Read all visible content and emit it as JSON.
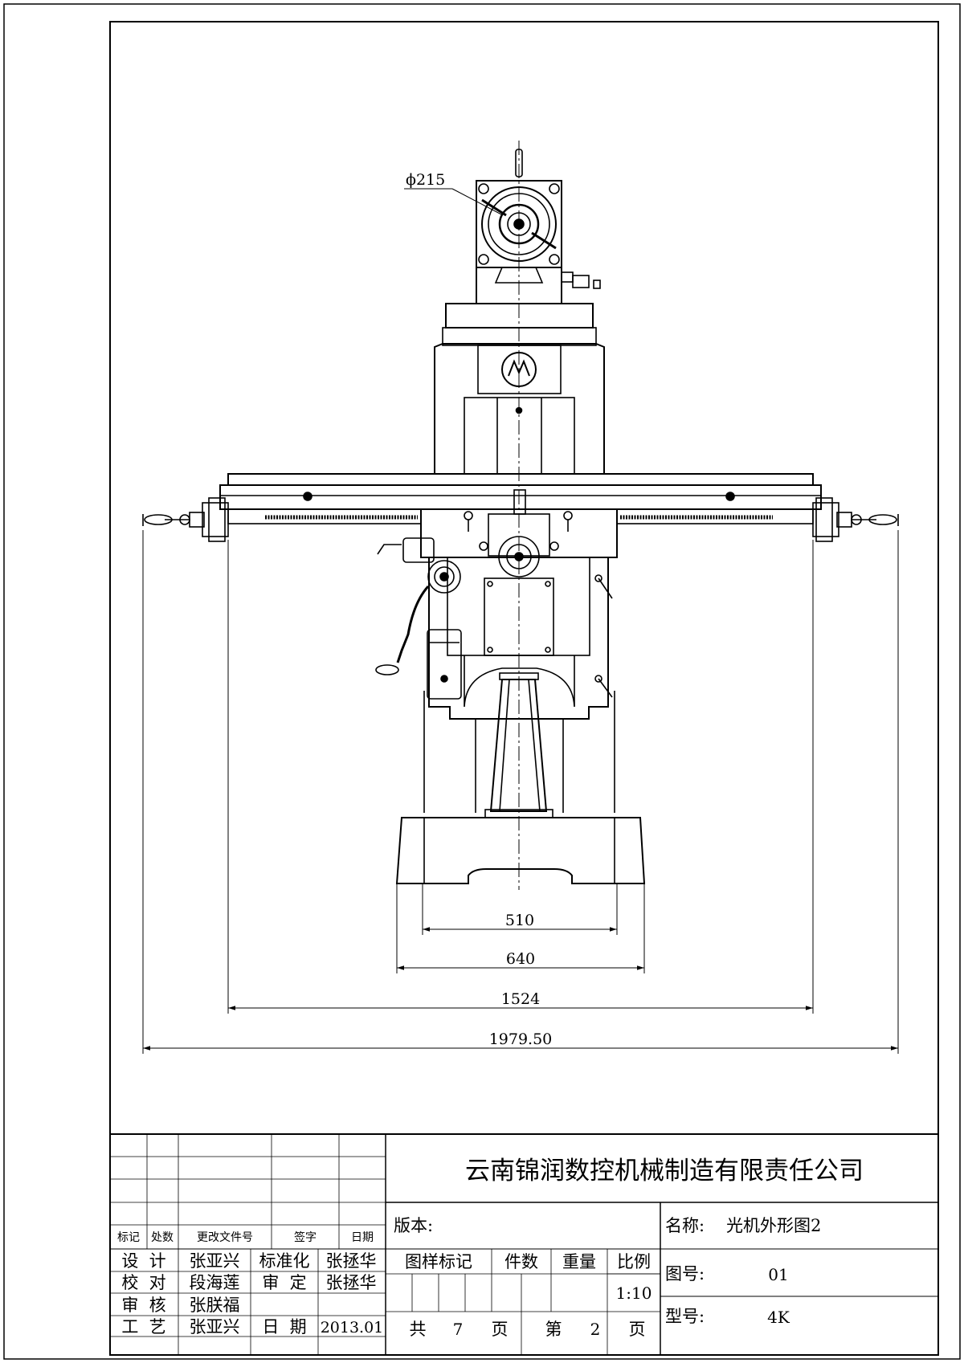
{
  "drawing": {
    "dimensions": {
      "spindle_diameter": "ϕ215",
      "d510": "510",
      "d640": "640",
      "d1524": "1524",
      "d1979": "1979.50"
    }
  },
  "title_block": {
    "company": "云南锦润数控机械制造有限责任公司",
    "version_label": "版本:",
    "name_label": "名称:",
    "name_value": "光机外形图2",
    "drawing_no_label": "图号:",
    "drawing_no_value": "01",
    "model_label": "型号:",
    "model_value": "4K",
    "rev_headers": [
      "标记",
      "处数",
      "更改文件号",
      "签字",
      "日期"
    ],
    "roles": [
      {
        "role": "设  计",
        "name": "张亚兴",
        "role2": "标准化",
        "name2": "张拯华"
      },
      {
        "role": "校  对",
        "name": "段海莲",
        "role2": "审  定",
        "name2": "张拯华"
      },
      {
        "role": "审  核",
        "name": "张朕福",
        "role2": "",
        "name2": ""
      },
      {
        "role": "工  艺",
        "name": "张亚兴",
        "role2": "日  期",
        "name2": "2013.01"
      }
    ],
    "sample_mark_label": "图样标记",
    "qty_label": "件数",
    "weight_label": "重量",
    "scale_label": "比例",
    "scale_value": "1:10",
    "total_label": "共",
    "total_value": "7",
    "page_unit": "页",
    "page_label": "第",
    "page_value": "2",
    "page_unit2": "页"
  }
}
